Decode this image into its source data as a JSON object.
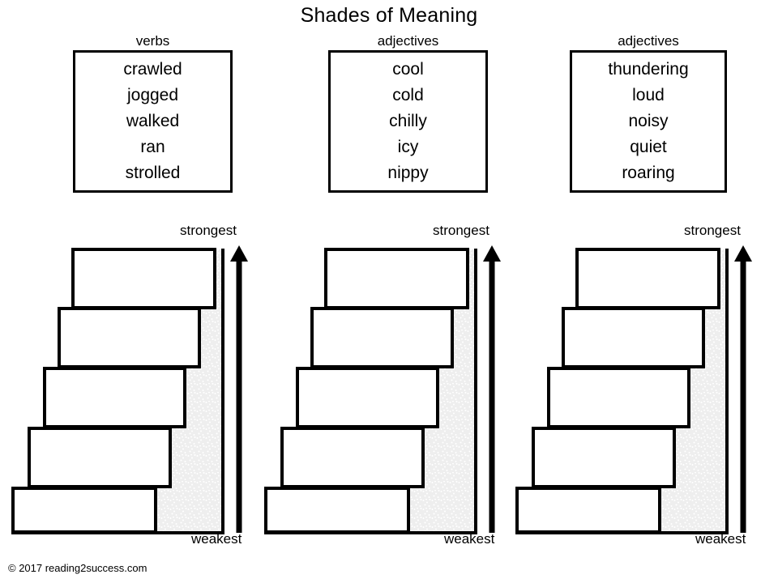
{
  "page": {
    "title": "Shades of Meaning",
    "footer": "© 2017 reading2success.com",
    "background_color": "#ffffff",
    "ink_color": "#000000",
    "shade_fill_color": "#eeeeee",
    "speckle_color": "#ffffff"
  },
  "word_banks": [
    {
      "heading": "verbs",
      "words": [
        "crawled",
        "jogged",
        "walked",
        "ran",
        "strolled"
      ]
    },
    {
      "heading": "adjectives",
      "words": [
        "cool",
        "cold",
        "chilly",
        "icy",
        "nippy"
      ]
    },
    {
      "heading": "adjectives",
      "words": [
        "thundering",
        "loud",
        "noisy",
        "quiet",
        "roaring"
      ]
    }
  ],
  "staircases": [
    {
      "label_top": "strongest",
      "label_bottom": "weakest",
      "arrow_direction": "up",
      "blank_steps": 5,
      "step_values": [
        "",
        "",
        "",
        "",
        ""
      ]
    },
    {
      "label_top": "strongest",
      "label_bottom": "weakest",
      "arrow_direction": "up",
      "blank_steps": 5,
      "step_values": [
        "",
        "",
        "",
        "",
        ""
      ]
    },
    {
      "label_top": "strongest",
      "label_bottom": "weakest",
      "arrow_direction": "up",
      "blank_steps": 5,
      "step_values": [
        "",
        "",
        "",
        "",
        ""
      ]
    }
  ]
}
